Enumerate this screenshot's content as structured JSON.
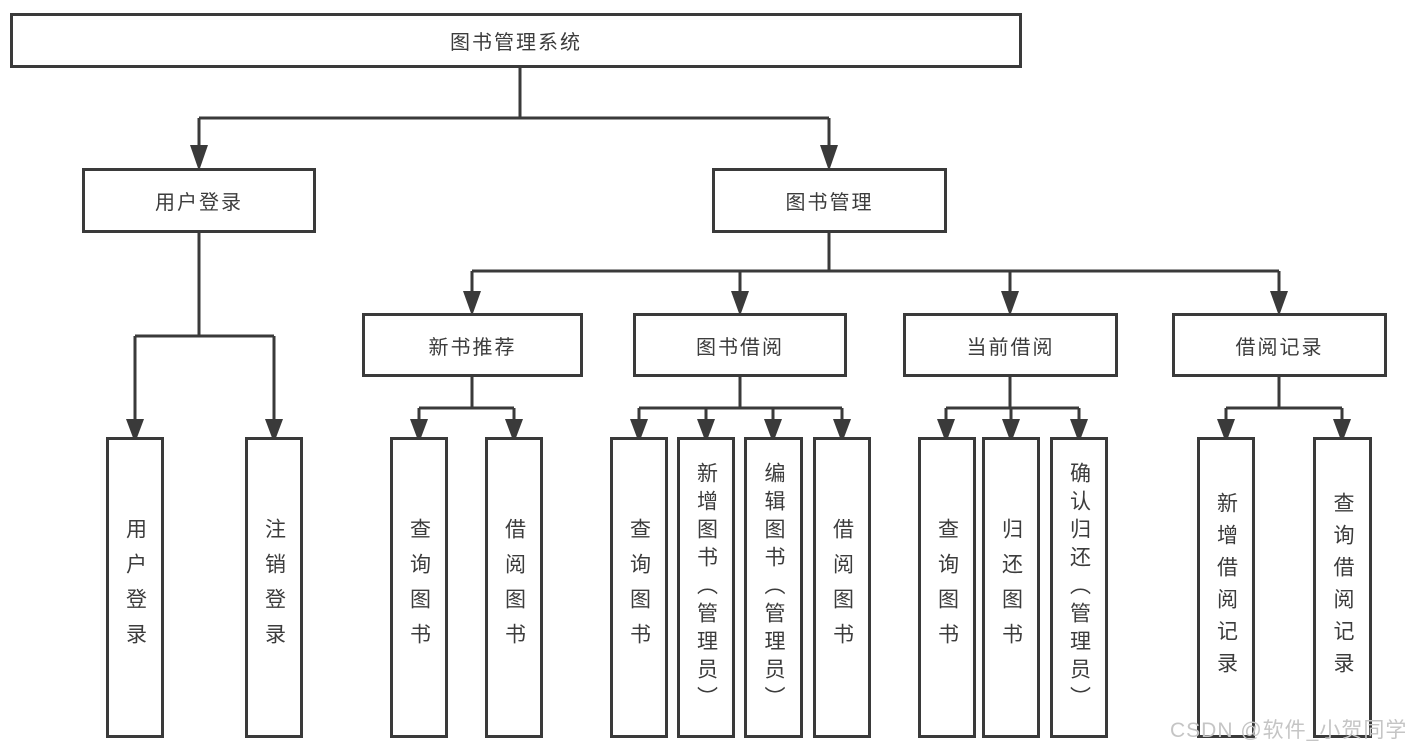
{
  "diagram": {
    "root_label": "图书管理系统",
    "level1": [
      "用户登录",
      "图书管理"
    ],
    "level2": [
      "新书推荐",
      "图书借阅",
      "当前借阅",
      "借阅记录"
    ],
    "leaves": {
      "user_login": [
        "用户登录",
        "注销登录"
      ],
      "new_book_recommend": [
        "查询图书",
        "借阅图书"
      ],
      "book_borrow": [
        "查询图书",
        "新增图书（管理员）",
        "编辑图书（管理员）",
        "借阅图书"
      ],
      "current_borrow": [
        "查询图书",
        "归还图书",
        "确认归还（管理员）"
      ],
      "borrow_records": [
        "新增借阅记录",
        "查询借阅记录"
      ]
    }
  },
  "watermark": "CSDN @软件_小贺同学",
  "colors": {
    "line": "#3a3a3a",
    "text": "#3c3c3c",
    "watermark": "#c5c5c5"
  }
}
